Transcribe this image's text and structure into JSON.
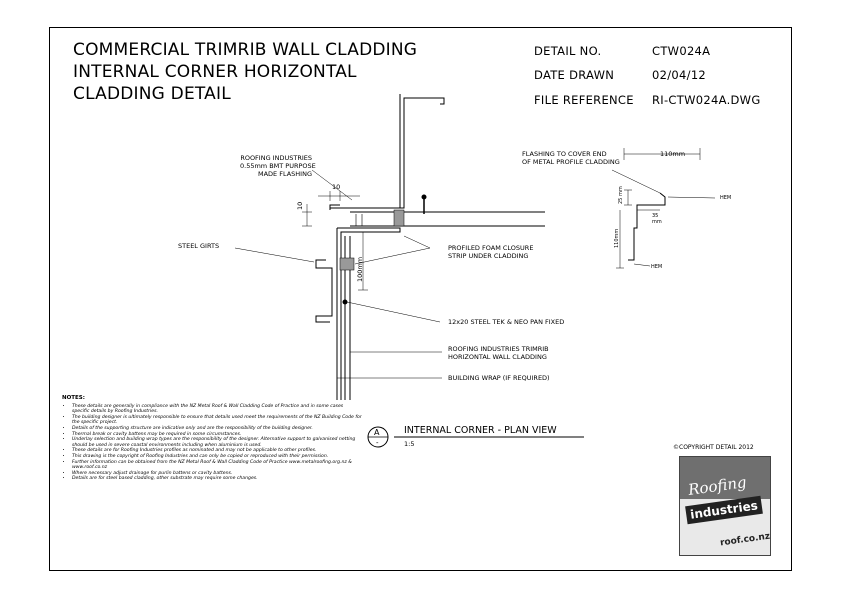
{
  "title": {
    "line1": "COMMERCIAL TRIMRIB WALL CLADDING",
    "line2": "INTERNAL CORNER HORIZONTAL",
    "line3": "CLADDING DETAIL"
  },
  "meta": {
    "detail_no_label": "DETAIL NO.",
    "detail_no_value": "CTW024A",
    "date_label": "DATE DRAWN",
    "date_value": "02/04/12",
    "file_label": "FILE REFERENCE",
    "file_value": "RI-CTW024A.DWG"
  },
  "callouts": {
    "flashing_line1": "ROOFING INDUSTRIES",
    "flashing_line2": "0.55mm BMT PURPOSE",
    "flashing_line3": "MADE FLASHING",
    "steel_girts": "STEEL GIRTS",
    "foam_line1": "PROFILED FOAM CLOSURE",
    "foam_line2": "STRIP UNDER CLADDING",
    "tek": "12x20 STEEL TEK & NEO PAN FIXED",
    "cladding_line1": "ROOFING INDUSTRIES TRIMRIB",
    "cladding_line2": "HORIZONTAL WALL CLADDING",
    "wrap": "BUILDING WRAP (IF REQUIRED)"
  },
  "dimensions": {
    "d10_top": "10",
    "d10_side": "10",
    "d100": "100mm"
  },
  "flashing_detail": {
    "label_line1": "FLASHING TO COVER END",
    "label_line2": "OF METAL PROFILE CLADDING",
    "dim_110_top": "110mm",
    "dim_25": "25",
    "dim_25_unit": "mm",
    "dim_35": "35",
    "dim_35_unit": "mm",
    "dim_110_side": "110mm",
    "hem_top": "HEM",
    "hem_bottom": "HEM"
  },
  "view": {
    "marker_letter": "A",
    "marker_sub": "-",
    "title": "INTERNAL CORNER - PLAN VIEW",
    "scale": "1:5"
  },
  "copyright": "©COPYRIGHT DETAIL 2012",
  "logo": {
    "word1": "Roofing",
    "word2": "industries",
    "word3": "roof.co.nz"
  },
  "notes": {
    "heading": "NOTES:",
    "items": [
      "These details are generally in compliance with the NZ Metal Roof & Wall Cladding Code of Practice and in some cases specific details by Roofing Industries.",
      "The building designer is ultimately responsible to ensure that details used meet the requirements of the NZ Building Code for the specific project.",
      "Details of the supporting structure are indicative only and are the responsibility of the building designer.",
      "Thermal break or cavity battens may be required in some circumstances.",
      "Underlay selection and building wrap types are the responsibility of the designer. Alternative support to galvanised netting should be used in severe coastal environments including when aluminium is used.",
      "These details are for Roofing Industries profiles as nominated and may not be applicable to other profiles.",
      "This drawing is the copyright of Roofing Industries and can only be copied or reproduced with their permission.",
      "Further information can be obtained from the NZ Metal Roof & Wall Cladding Code of Practice www.metalroofing.org.nz & www.roof.co.nz",
      "Where necessary adjust drainage for purlin battens or cavity battens.",
      "Details are for steel based cladding, other substrate may require some changes."
    ]
  }
}
